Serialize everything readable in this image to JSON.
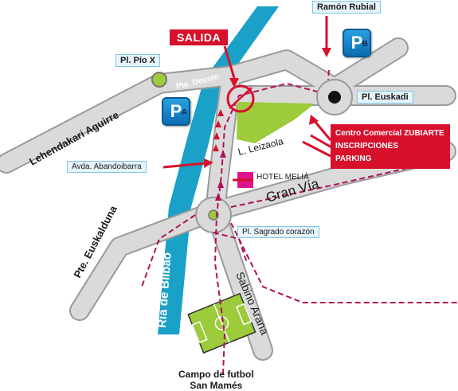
{
  "labels": {
    "plaza_pio_x": "Pl. Pío X",
    "ramon_rubial": "Ramón Rubial",
    "salida": "SALIDA",
    "pl_euskadi": "Pl. Euskadi",
    "pte_deusto": "Pte. Deusto",
    "lehendakari": "Lehendakari Aguirre",
    "leizaola": "L. Leizaola",
    "avda_abandoibarra": "Avda. Abandoibarra",
    "hotel_melia": "HOTEL MELIÁ",
    "gran_via": "Gran Vía",
    "pte_euskalduna": "Pte. Euskalduna",
    "pl_sagrado": "Pl. Sagrado corazón",
    "ria_bilbao": "Ría de Bilbao",
    "sabino_arana": "Sabino Arana",
    "campo_line1": "Campo de futbol",
    "campo_line2": "San Mamés"
  },
  "centro": {
    "line1": "Centro Comercial ZUBIARTE",
    "line2": "INSCRIPCIONES",
    "line3": "PARKING"
  },
  "parking": {
    "letter": "P",
    "a_sub": "A",
    "b_sub": "B"
  },
  "colors": {
    "river": "#1aa1c8",
    "road": "#d6d6d6",
    "road_edge": "#9a9a9a",
    "route": "#b0105a",
    "accent": "#d7102b",
    "zubiarte": "#9ccb3b",
    "hotel": "#e0138c"
  }
}
